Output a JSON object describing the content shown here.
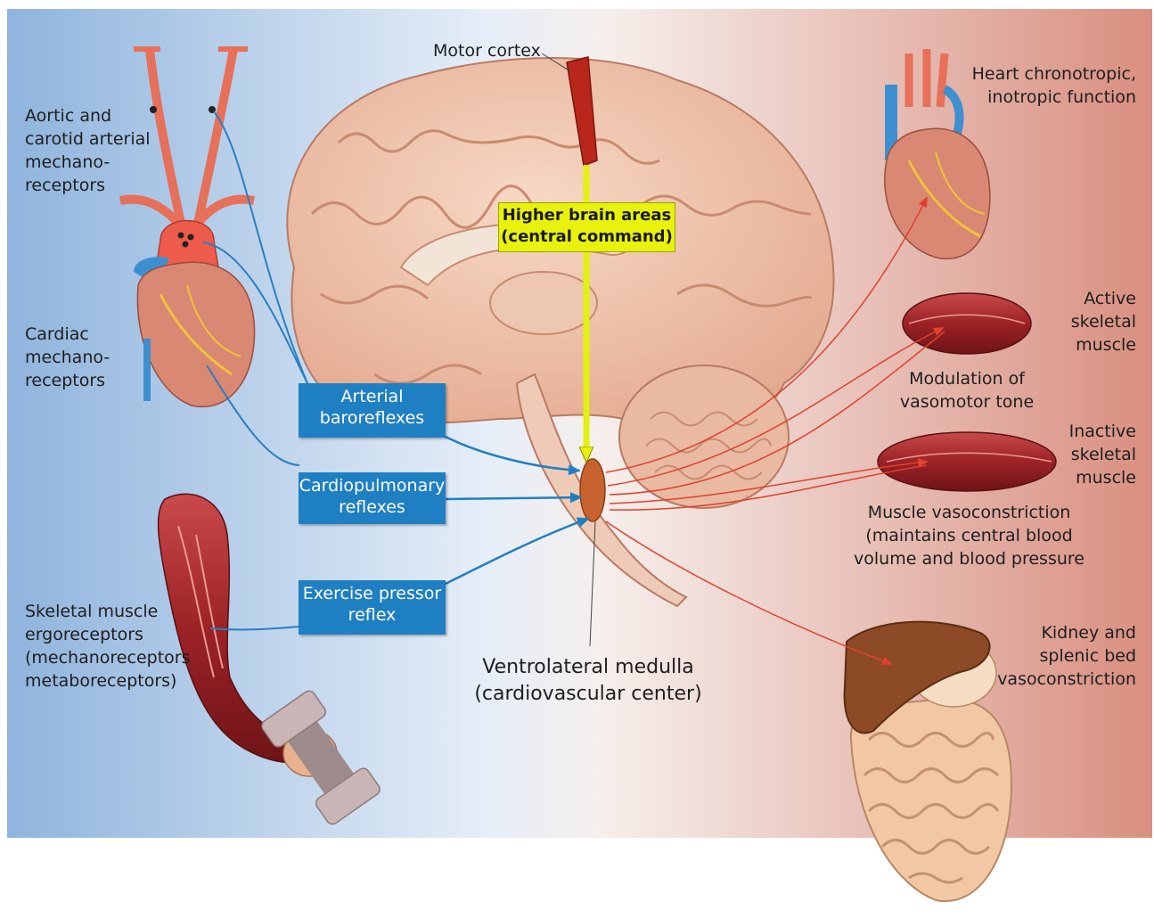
{
  "colors": {
    "left_panel": "#8fb4dd",
    "right_panel": "#d98f80",
    "blue_box": "#1f7fc3",
    "yellow_box": "#e8f20c",
    "afferent_line": "#2a7fc0",
    "efferent_arrow": "#e0412e",
    "central_arrow": "#e4ef12"
  },
  "labels": {
    "motor_cortex": "Motor cortex",
    "aortic_carotid": "Aortic and\ncarotid arterial\nmechano-\nreceptors",
    "cardiac_mechano": "Cardiac\nmechano-\nreceptors",
    "skeletal_ergo": "Skeletal muscle\nergoreceptors\n(mechanoreceptors\nmetaboreceptors)",
    "heart_function": "Heart chronotropic,\ninotropic function",
    "active_muscle": "Active\nskeletal\nmuscle",
    "modulation": "Modulation of\nvasomotor tone",
    "inactive_muscle": "Inactive\nskeletal\nmuscle",
    "muscle_vaso": "Muscle vasoconstriction\n(maintains central blood\nvolume and blood pressure",
    "kidney": "Kidney and\nsplenic bed\nvasoconstriction",
    "medulla": "Ventrolateral medulla\n(cardiovascular center)"
  },
  "boxes": {
    "higher_brain": "Higher brain areas\n(central command)",
    "arterial": "Arterial\nbaroreflexes",
    "cardiopulmonary": "Cardiopulmonary\nreflexes",
    "exercise": "Exercise pressor\nreflex"
  },
  "icons": {
    "brain": "brain-illustration",
    "heart_left": "heart-illustration",
    "heart_right": "heart-illustration",
    "arm": "arm-with-dumbbell-illustration",
    "muscle_active": "skeletal-muscle-illustration",
    "muscle_inactive": "skeletal-muscle-illustration",
    "viscera": "liver-and-intestines-illustration"
  }
}
